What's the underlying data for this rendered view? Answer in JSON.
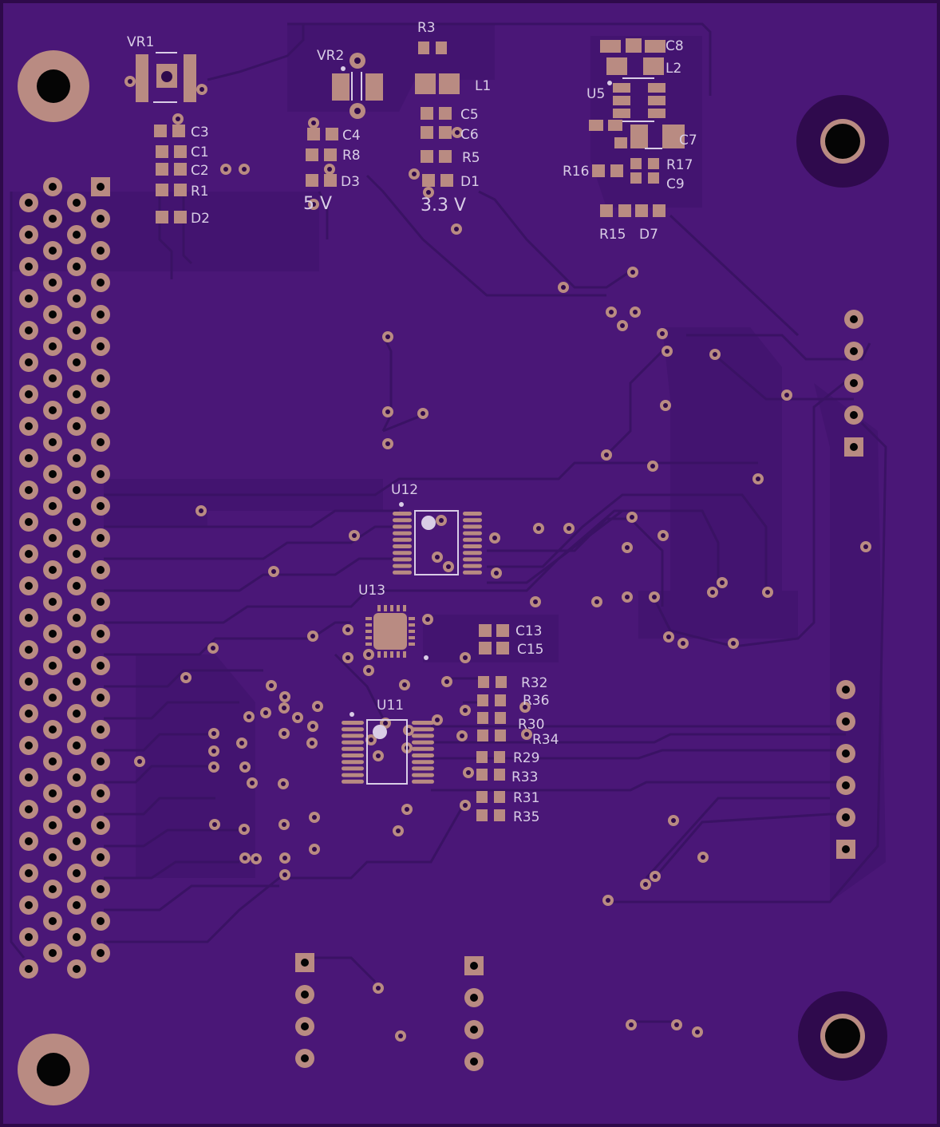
{
  "board": {
    "colors": {
      "board": "#4a1777",
      "board_dark": "#2f0a4d",
      "pad": "#b98b82",
      "drill": "#050505",
      "silk": "#d9cde6",
      "trace": "#3a1264",
      "pour": "#431470"
    },
    "voltage_labels": {
      "five": "5 V",
      "three": "3.3 V"
    },
    "labels": {
      "VR1": "VR1",
      "VR2": "VR2",
      "R3": "R3",
      "C8": "C8",
      "L2": "L2",
      "L1": "L1",
      "U5": "U5",
      "C3": "C3",
      "C1": "C1",
      "C2": "C2",
      "R1": "R1",
      "D2": "D2",
      "C4": "C4",
      "R8": "R8",
      "D3": "D3",
      "C5": "C5",
      "C6": "C6",
      "R5": "R5",
      "D1": "D1",
      "C7": "C7",
      "R16": "R16",
      "R17": "R17",
      "C9": "C9",
      "R15": "R15",
      "D7": "D7",
      "U12": "U12",
      "U13": "U13",
      "U11": "U11",
      "C13": "C13",
      "C15": "C15",
      "R32": "R32",
      "R36": "R36",
      "R30": "R30",
      "R34": "R34",
      "R29": "R29",
      "R33": "R33",
      "R31": "R31",
      "R35": "R35"
    }
  }
}
